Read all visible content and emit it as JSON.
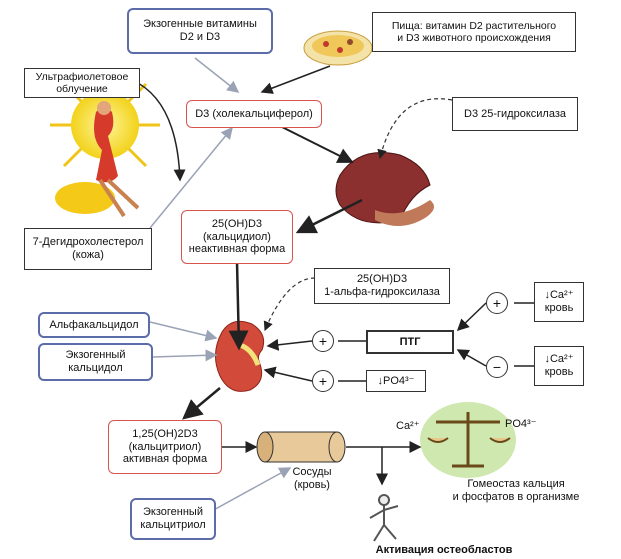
{
  "boxes": {
    "exo_vitamins": "Экзогенные витамины\nD2 и D3",
    "food": "Пища: витамин D2 растительного\nи D3 животного происхождения",
    "uv": "Ультрафиолетовое\nоблучение",
    "d3": "D3 (холекальциферол)",
    "hydroxylase25": "D3 25-гидроксилаза",
    "dehydro": "7-Дегидрохолестерол\n(кожа)",
    "calcidiol": "25(OH)D3\n(кальцидиол)\nнеактивная форма",
    "alpha_hydroxylase": "25(OH)D3\n1-альфа-гидроксилаза",
    "alfacalcidol": "Альфакальцидол",
    "exo_calcidol": "Экзогенный\nкальцидол",
    "ptg": "ПТГ",
    "po4_low": "↓PO4³⁻",
    "ca_low_1": "↓Ca²⁺\nкровь",
    "ca_low_2": "↓Ca²⁺\nкровь",
    "calcitriol": "1,25(OH)2D3\n(кальцитриол)\nактивная форма",
    "exo_calcitriol": "Экзогенный\nкальцитриол"
  },
  "labels": {
    "vessels": "Сосуды\n(кровь)",
    "ca_scale": "Ca²⁺",
    "po4_scale": "PO4³⁻",
    "homeostasis": "Гомеостаз кальция\nи фосфатов в организме",
    "osteoblasts": "Активация остеобластов"
  },
  "signs": {
    "plus_1": "+",
    "plus_2": "+",
    "plus_3": "+",
    "minus_1": "−"
  },
  "colors": {
    "blue_border": "#5b6ca8",
    "red_border": "#d9534f",
    "vessel": "#e8c99a"
  }
}
